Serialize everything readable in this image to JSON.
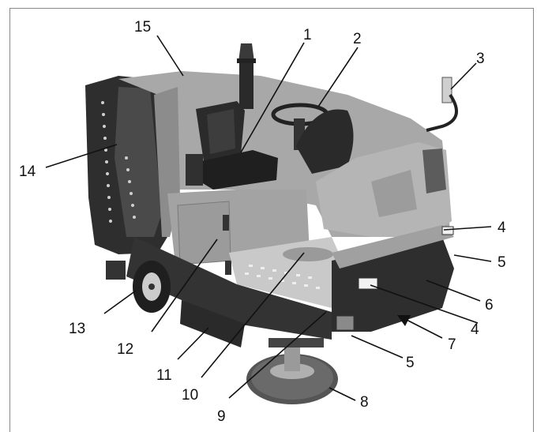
{
  "callouts": [
    "1",
    "2",
    "3",
    "4",
    "5",
    "6",
    "4",
    "5",
    "7",
    "8",
    "9",
    "10",
    "11",
    "12",
    "13",
    "14",
    "15"
  ],
  "colors": {
    "body_grey": "#9a9a9a",
    "body_light": "#b8b8b8",
    "body_dark": "#6e6e6e",
    "black_part": "#2a2a2a",
    "tread": "#d9d9d9",
    "brush": "#5a5a5a"
  }
}
